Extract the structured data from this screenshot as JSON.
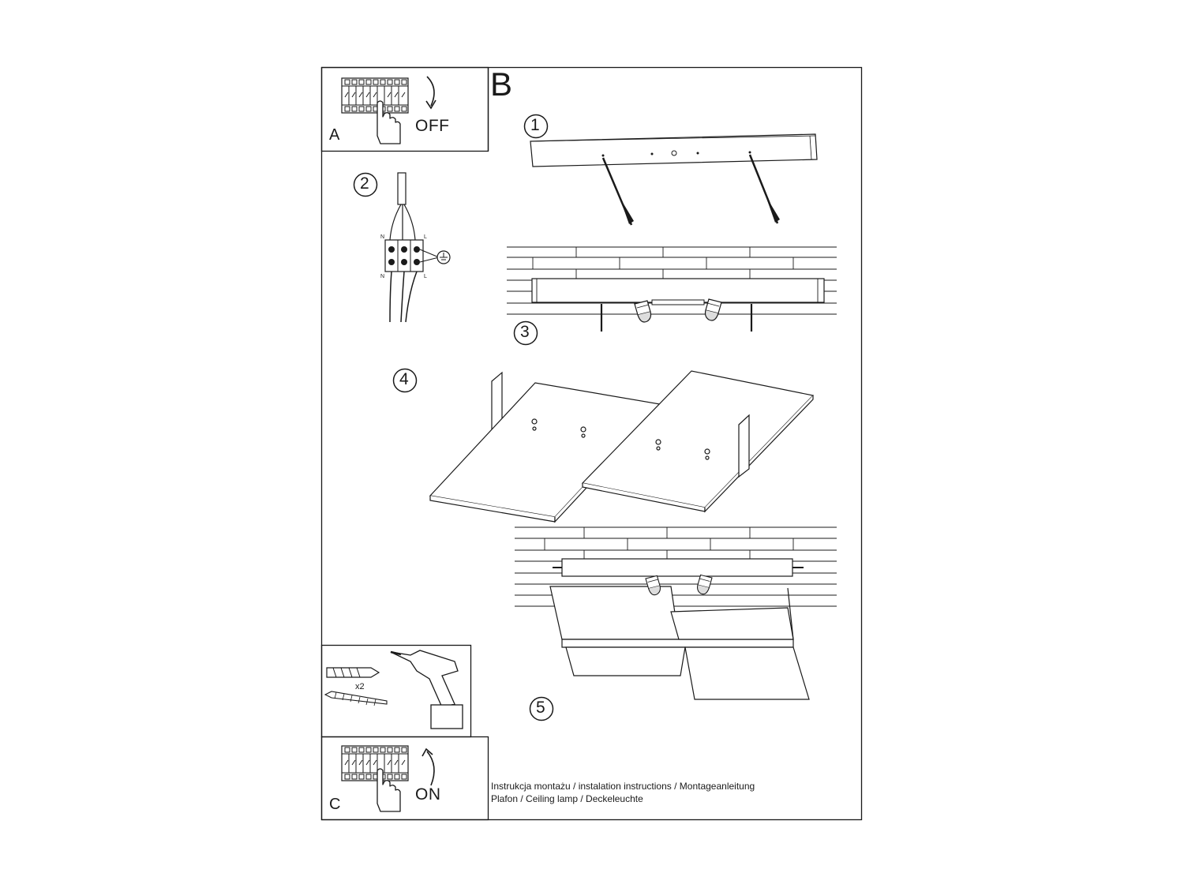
{
  "panels": {
    "a": {
      "letter": "A",
      "state_label": "OFF"
    },
    "b": {
      "letter": "B"
    },
    "c": {
      "letter": "C",
      "state_label": "ON"
    }
  },
  "steps": {
    "s1": "1",
    "s2": "2",
    "s3": "3",
    "s4": "4",
    "s5": "5"
  },
  "wiring_labels": {
    "n_top": "N",
    "l_top": "L",
    "n_bottom": "N",
    "l_bottom": "L"
  },
  "tools": {
    "quantity": "x2"
  },
  "footer": {
    "line1": "Instrukcja montażu / instalation instructions / Montageanleitung",
    "line2": "Plafon / Ceiling lamp / Deckeleuchte"
  },
  "icons": [
    "breaker-panel-icon",
    "hand-icon",
    "rotate-arrow-icon",
    "wall-plug-icon",
    "screw-icon",
    "drill-icon",
    "ground-symbol-icon"
  ]
}
